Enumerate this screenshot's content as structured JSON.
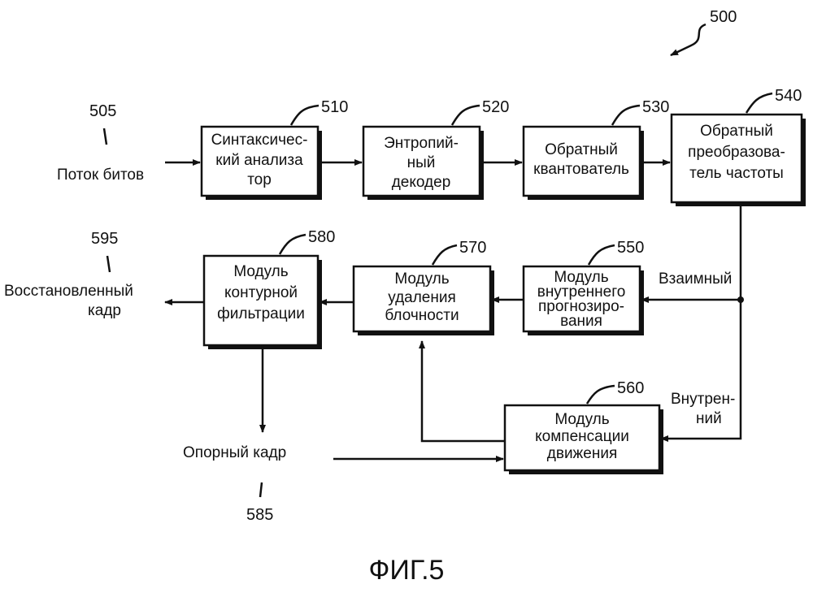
{
  "figure": {
    "number": "500",
    "caption": "ФИГ.5"
  },
  "blocks": {
    "parser": {
      "ref": "510",
      "lines": [
        "Синтаксичес-",
        "кий анализа",
        "тор"
      ]
    },
    "entropy_decoder": {
      "ref": "520",
      "lines": [
        "Энтропий-",
        "ный",
        "декодер"
      ]
    },
    "inverse_quantizer": {
      "ref": "530",
      "lines": [
        "Обратный",
        "квантователь"
      ]
    },
    "inverse_transformer": {
      "ref": "540",
      "lines": [
        "Обратный",
        "преобразова-",
        "тель частоты"
      ]
    },
    "intra_predictor": {
      "ref": "550",
      "lines": [
        "Модуль",
        "внутреннего",
        "прогнозиро-",
        "вания"
      ]
    },
    "motion_compensator": {
      "ref": "560",
      "lines": [
        "Модуль",
        "компенсации",
        "движения"
      ]
    },
    "deblocking": {
      "ref": "570",
      "lines": [
        "Модуль",
        "удаления",
        "блочности"
      ]
    },
    "loop_filter": {
      "ref": "580",
      "lines": [
        "Модуль",
        "контурной",
        "фильтрации"
      ]
    }
  },
  "signals": {
    "bitstream": {
      "ref": "505",
      "label": "Поток битов"
    },
    "restored_frame": {
      "ref": "595",
      "lines": [
        "Восстановленный",
        "кадр"
      ]
    },
    "reference_frame": {
      "ref": "585",
      "label": "Опорный кадр"
    },
    "inter": {
      "label": "Взаимный"
    },
    "intra": {
      "lines": [
        "Внутрен-",
        "ний"
      ]
    }
  }
}
